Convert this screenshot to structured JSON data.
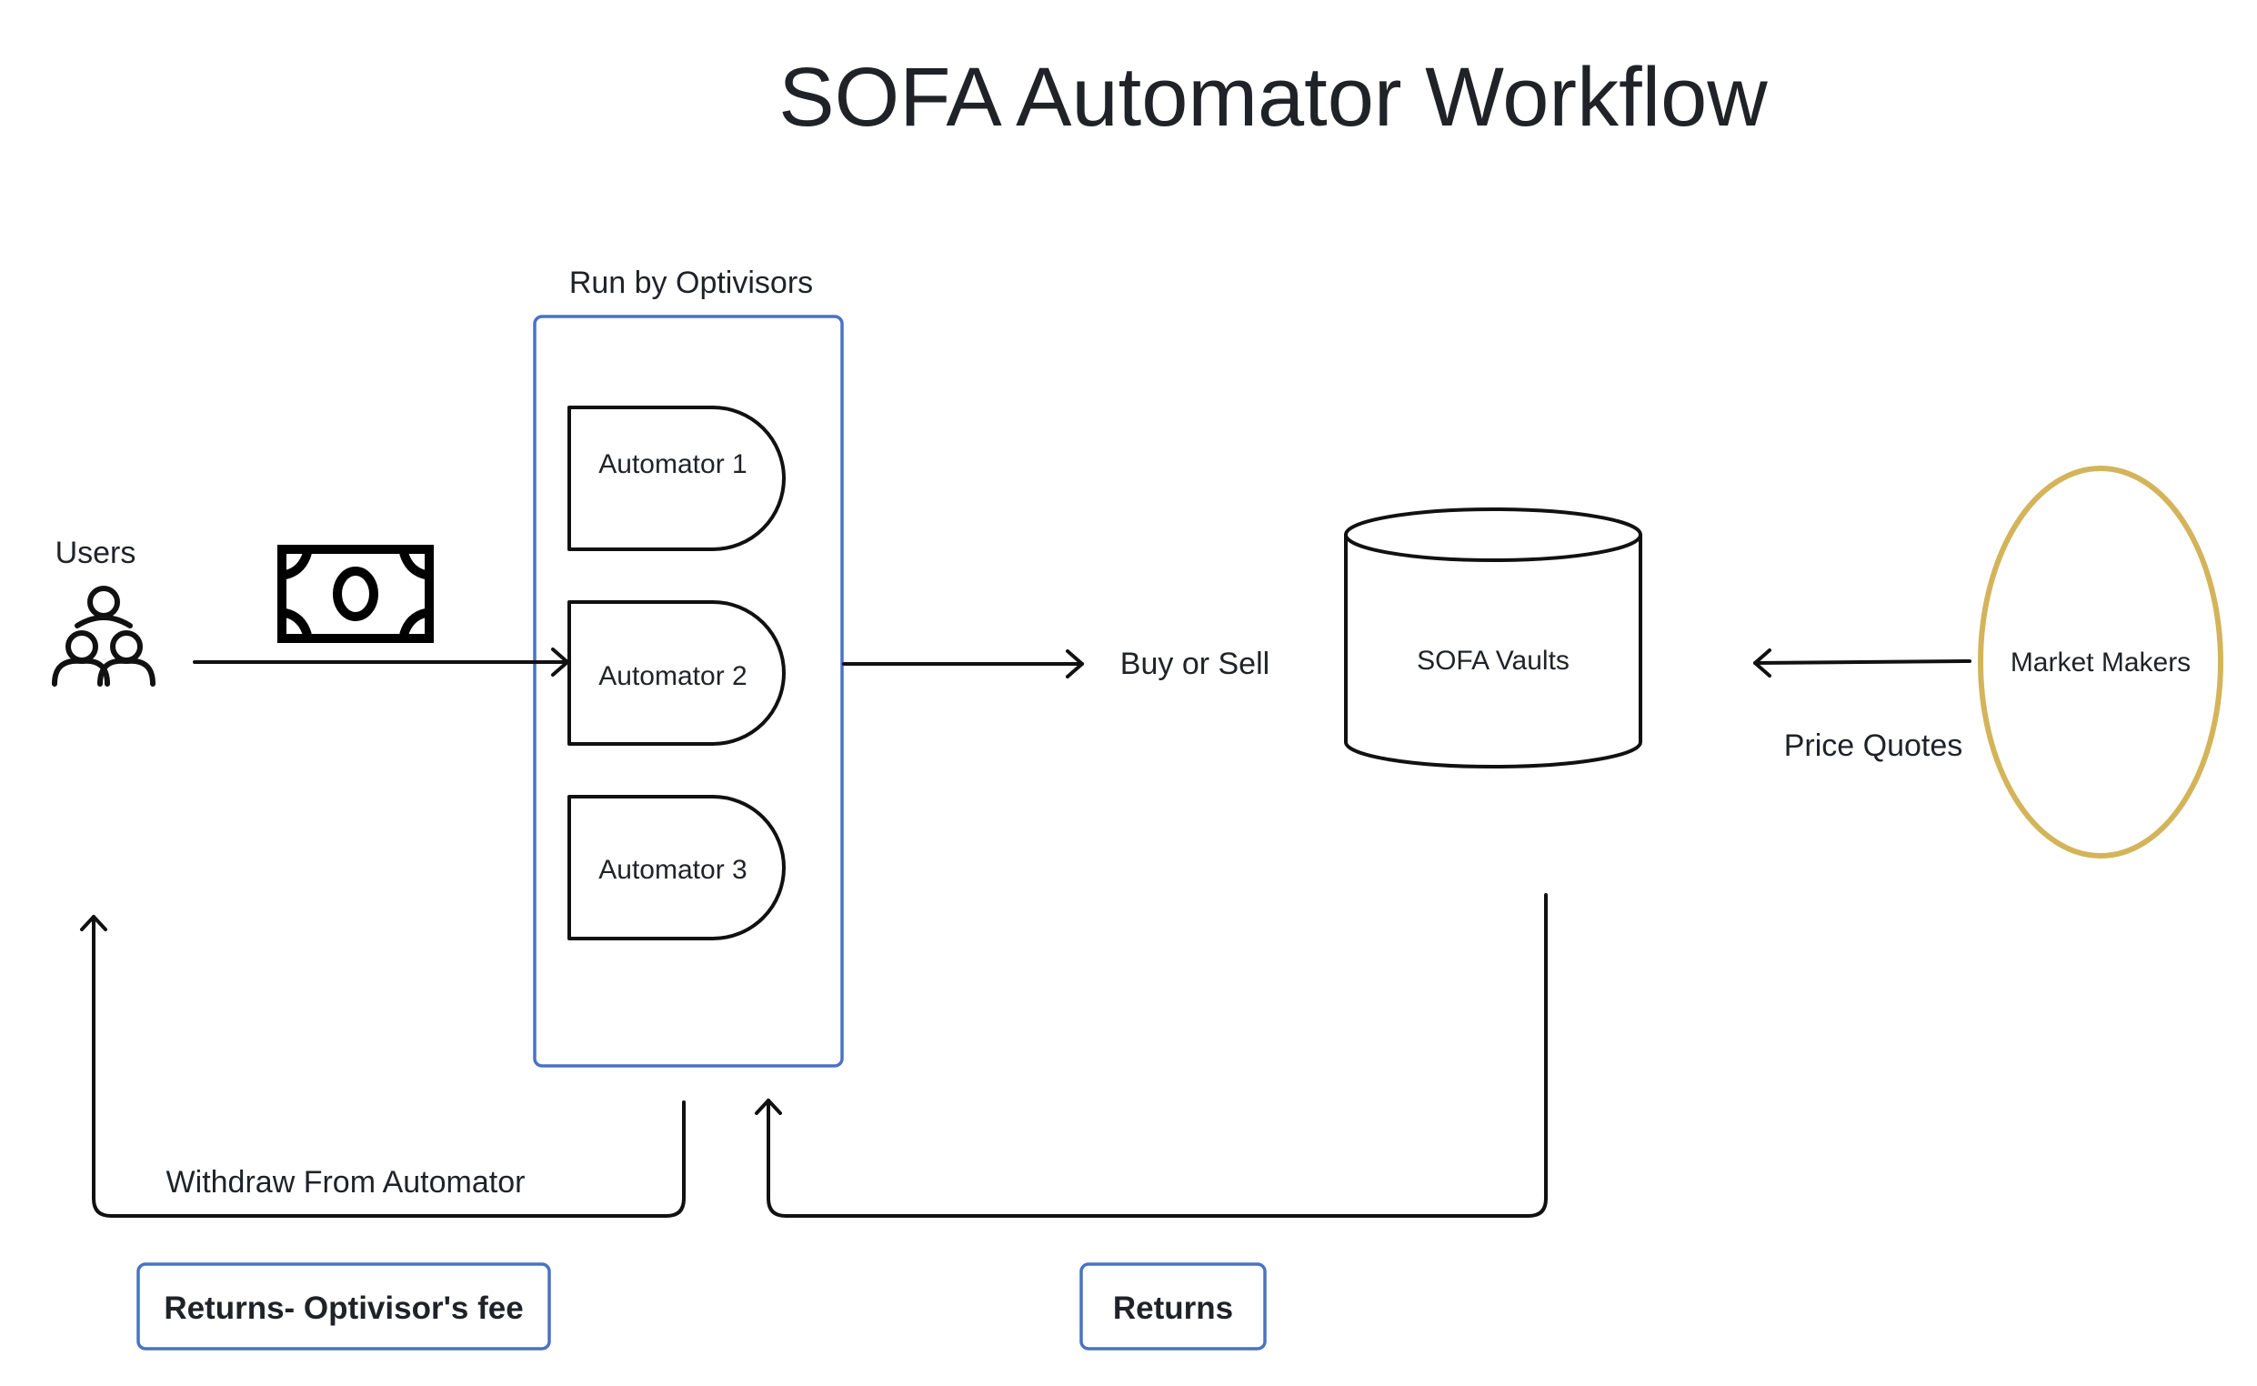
{
  "title": "SOFA Automator Workflow",
  "container": {
    "label": "Run by Optivisors",
    "stroke": "#4a72c4"
  },
  "automators": [
    {
      "label": "Automator 1"
    },
    {
      "label": "Automator 2"
    },
    {
      "label": "Automator 3"
    }
  ],
  "users": {
    "label": "Users",
    "icon": "users-group-icon"
  },
  "money": {
    "icon": "banknote-icon"
  },
  "flows": {
    "buy_sell": "Buy or Sell",
    "price_quotes": "Price Quotes",
    "withdraw": "Withdraw From Automator"
  },
  "vault": {
    "label": "SOFA Vaults"
  },
  "market_makers": {
    "label": "Market Makers",
    "stroke": "#d4b45a"
  },
  "badges": {
    "fee": "Returns- Optivisor's fee",
    "returns": "Returns",
    "stroke": "#4a72c4"
  }
}
